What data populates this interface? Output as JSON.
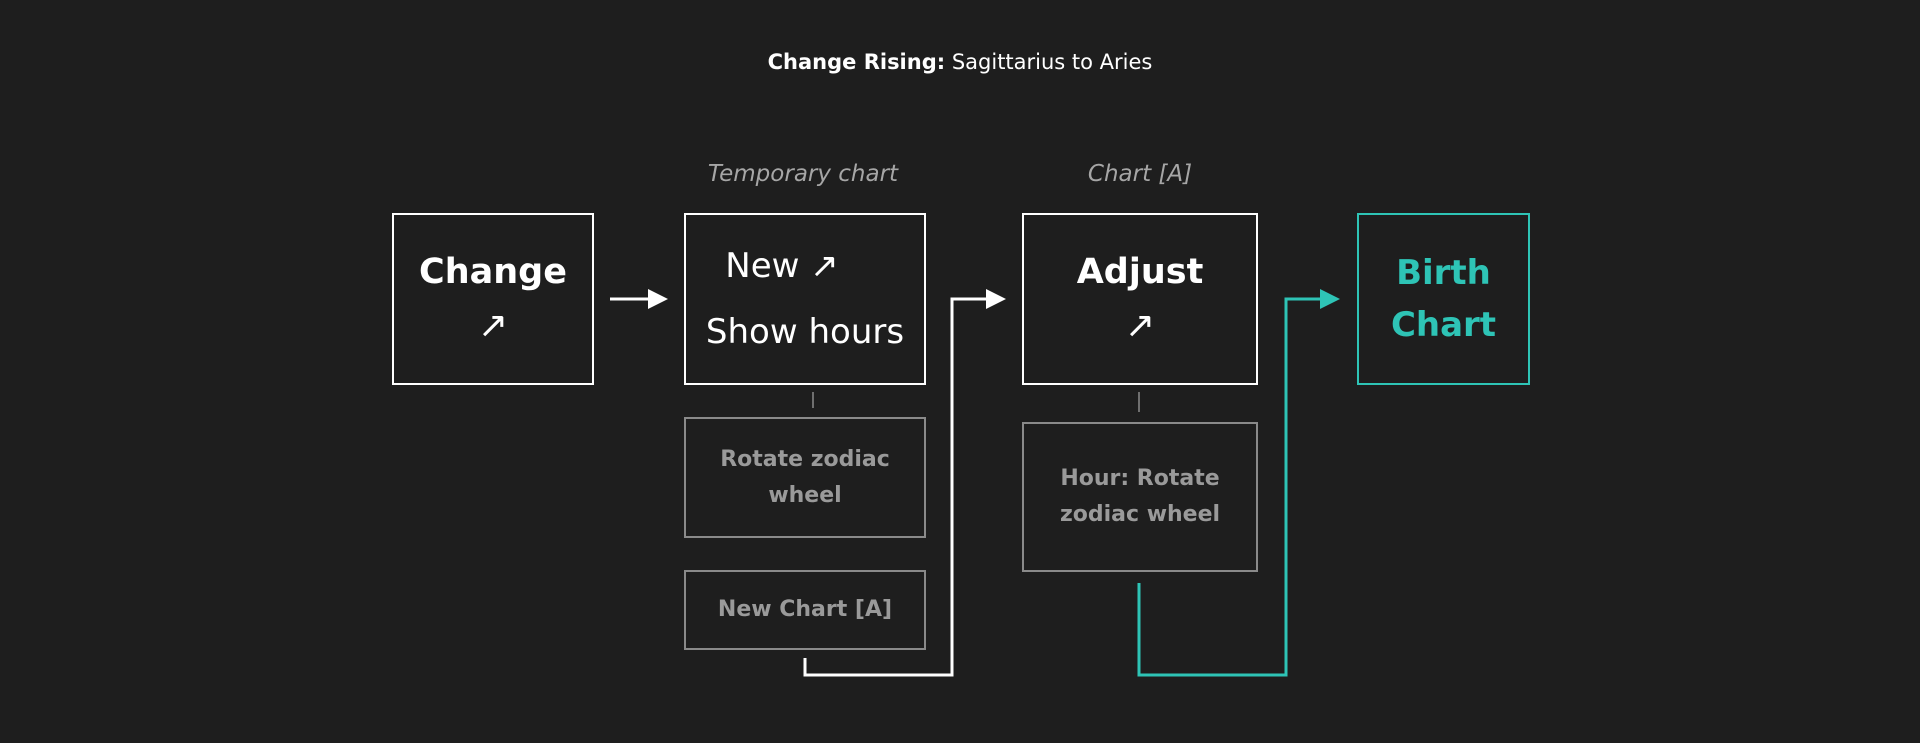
{
  "header": {
    "title_bold": "Change Rising:",
    "title_rest": "Sagittarius to Aries"
  },
  "columns": {
    "temporary_label": "Temporary chart",
    "chart_a_label": "Chart [A]"
  },
  "nodes": {
    "change": {
      "title": "Change",
      "icon": "↗"
    },
    "new": {
      "line1": "New ↗",
      "line2": "Show hours"
    },
    "rotate": {
      "line1": "Rotate zodiac",
      "line2": "wheel"
    },
    "new_chart_a": {
      "label": "New Chart [A]"
    },
    "adjust": {
      "title": "Adjust",
      "icon": "↗"
    },
    "hour_rotate": {
      "line1": "Hour: Rotate",
      "line2": "zodiac wheel"
    },
    "birth_chart": {
      "line1": "Birth",
      "line2": "Chart"
    }
  },
  "colors": {
    "background": "#1e1e1e",
    "primary": "#ffffff",
    "muted": "#8a8a8a",
    "accent": "#2ec4b6"
  }
}
